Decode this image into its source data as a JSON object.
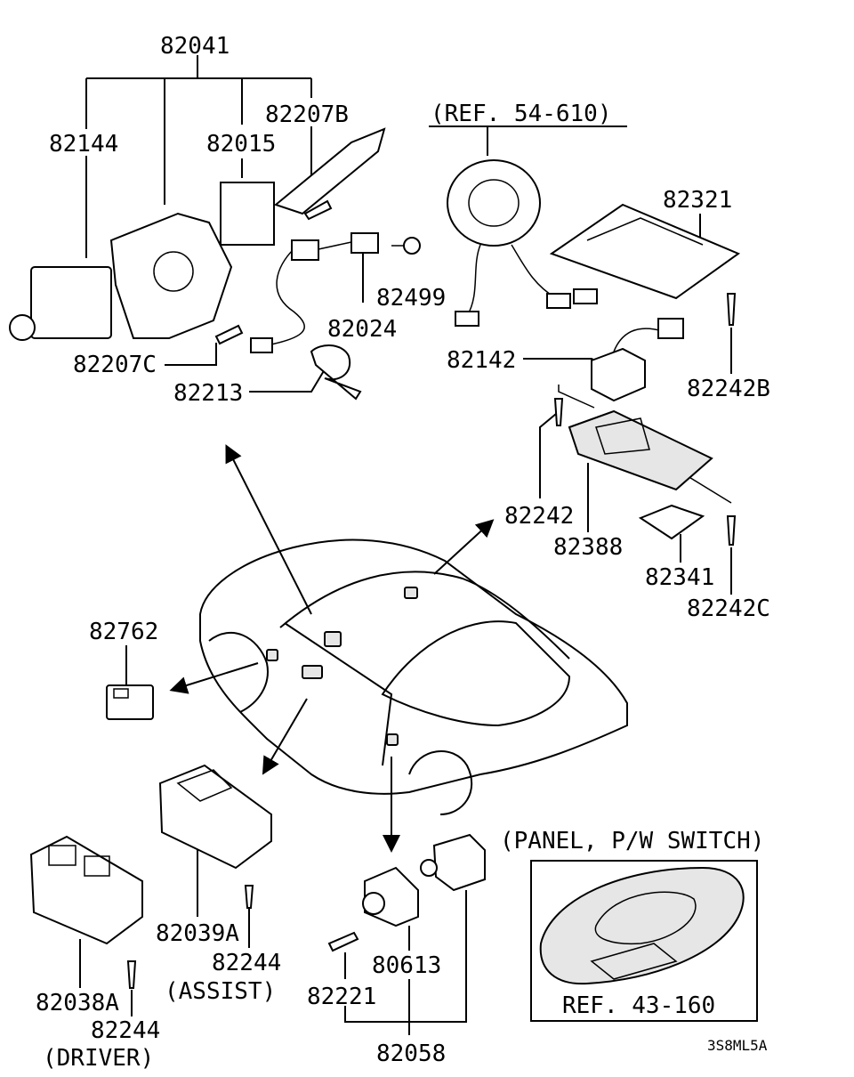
{
  "labels": {
    "p82041": "82041",
    "p82144": "82144",
    "p82015": "82015",
    "p82207B": "82207B",
    "p82207C": "82207C",
    "p82024": "82024",
    "p82499": "82499",
    "p82213": "82213",
    "ref54": "(REF. 54-610)",
    "p82321": "82321",
    "p82142": "82142",
    "p82242B": "82242B",
    "p82242": "82242",
    "p82388": "82388",
    "p82341": "82341",
    "p82242C": "82242C",
    "p82762": "82762",
    "panel_pw": "(PANEL, P/W SWITCH)",
    "ref43": "REF. 43-160",
    "p82039A": "82039A",
    "p82244a": "82244",
    "assist": "(ASSIST)",
    "p82038A": "82038A",
    "p82244b": "82244",
    "driver": "(DRIVER)",
    "p80613": "80613",
    "p82221": "82221",
    "p82058": "82058",
    "code": "3S8ML5A"
  }
}
